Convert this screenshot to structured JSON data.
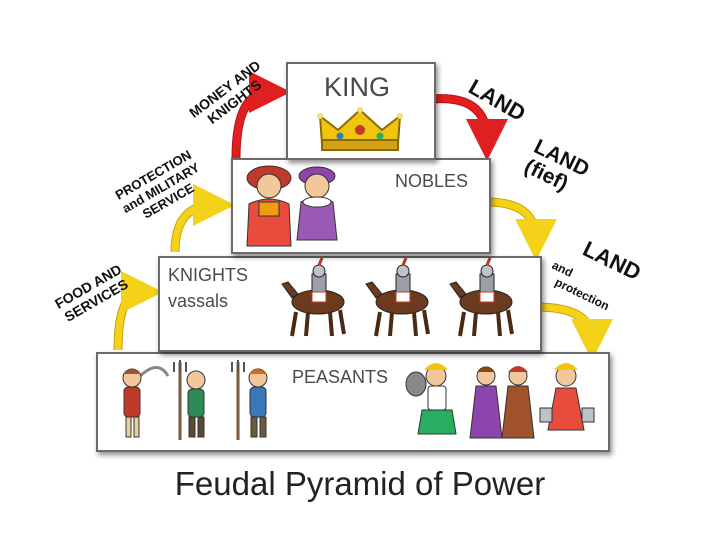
{
  "title": "Feudal Pyramid of Power",
  "tiers": {
    "king": {
      "label": "KING"
    },
    "nobles": {
      "label": "NOBLES"
    },
    "knights": {
      "label_line1": "KNIGHTS",
      "label_line2": "vassals"
    },
    "peasants": {
      "label": "PEASANTS"
    }
  },
  "flows_down": {
    "land_1": "LAND",
    "land_2_line1": "LAND",
    "land_2_line2": "(fief)",
    "land_3": "LAND",
    "land_3_sub_line1": "and",
    "land_3_sub_line2": "protection"
  },
  "flows_up": {
    "money_line1": "MONEY AND",
    "money_line2": "KNIGHTS",
    "protection_line1": "PROTECTION",
    "protection_line2": "and MILITARY",
    "protection_line3": "SERVICE",
    "food_line1": "FOOD AND",
    "food_line2": "SERVICES"
  },
  "colors": {
    "arrow_red": "#e02020",
    "arrow_yellow": "#f5d21a",
    "frame_border": "#6b6b6b"
  }
}
